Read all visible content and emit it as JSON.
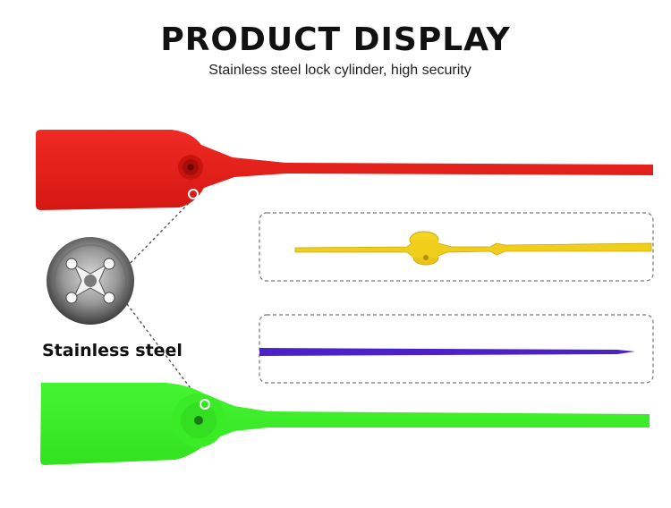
{
  "heading": {
    "title": "PRODUCT DISPLAY",
    "subtitle": "Stainless steel lock cylinder, high security"
  },
  "callout": {
    "label": "Stainless steel"
  },
  "colors": {
    "red_seal": "#e8201c",
    "green_seal": "#3ef22b",
    "yellow_seal": "#f0cf1c",
    "purple_strap": "#4a22c8",
    "dashed_border": "#777777"
  }
}
